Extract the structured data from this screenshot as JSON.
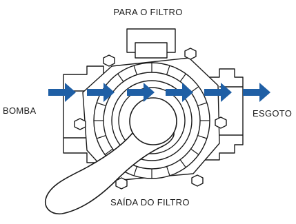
{
  "labels": {
    "top": "PARA O FILTRO",
    "left": "BOMBA",
    "right": "ESGOTO",
    "bottom": "SAÍDA DO FILTRO"
  },
  "colors": {
    "arrow": "#1f5fa5",
    "line": "#1a1a1a",
    "fill": "#ffffff"
  },
  "icons": {
    "flow": "arrow-right-icon"
  }
}
